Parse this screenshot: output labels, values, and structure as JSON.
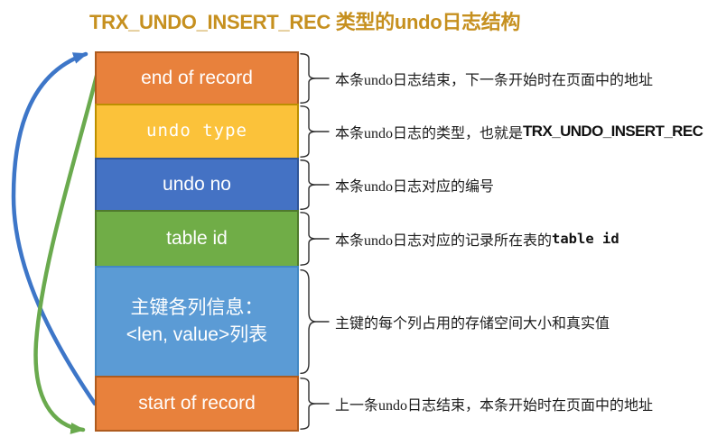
{
  "title": {
    "text": "TRX_UNDO_INSERT_REC 类型的undo日志结构",
    "color": "#C6901F"
  },
  "colors": {
    "blue_arrow": "#3D76C8",
    "green_arrow": "#6AAA4E",
    "brace": "#2e2e2e"
  },
  "boxes": [
    {
      "id": "end-of-record",
      "label": "end of record",
      "fill": "#E8813C",
      "border": "#AE5B1E",
      "height": 60,
      "note": "本条undo日志结束，下一条开始时在页面中的地址",
      "note_em": ""
    },
    {
      "id": "undo-type",
      "label": "undo type",
      "fill": "#FBC23A",
      "border": "#BC8F00",
      "height": 62,
      "note": "本条undo日志的类型，也就是",
      "note_em": "TRX_UNDO_INSERT_REC"
    },
    {
      "id": "undo-no",
      "label": "undo no",
      "fill": "#4472C4",
      "border": "#2F5597",
      "height": 60,
      "note": "本条undo日志对应的编号",
      "note_em": ""
    },
    {
      "id": "table-id",
      "label": "table id",
      "fill": "#70AD47",
      "border": "#4F7A2D",
      "height": 64,
      "note": "本条undo日志对应的记录所在表的 ",
      "note_em": "table id"
    },
    {
      "id": "pk-columns-info",
      "label": "主键各列信息：",
      "label2": "<len, value>列表",
      "fill": "#5B9BD5",
      "border": "#4288C4",
      "height": 124,
      "note": "主键的每个列占用的存储空间大小和真实值",
      "note_em": ""
    },
    {
      "id": "start-of-record",
      "label": "start of record",
      "fill": "#E8813C",
      "border": "#AE5B1E",
      "height": 62,
      "note": "上一条undo日志结束，本条开始时在页面中的地址",
      "note_em": ""
    }
  ]
}
